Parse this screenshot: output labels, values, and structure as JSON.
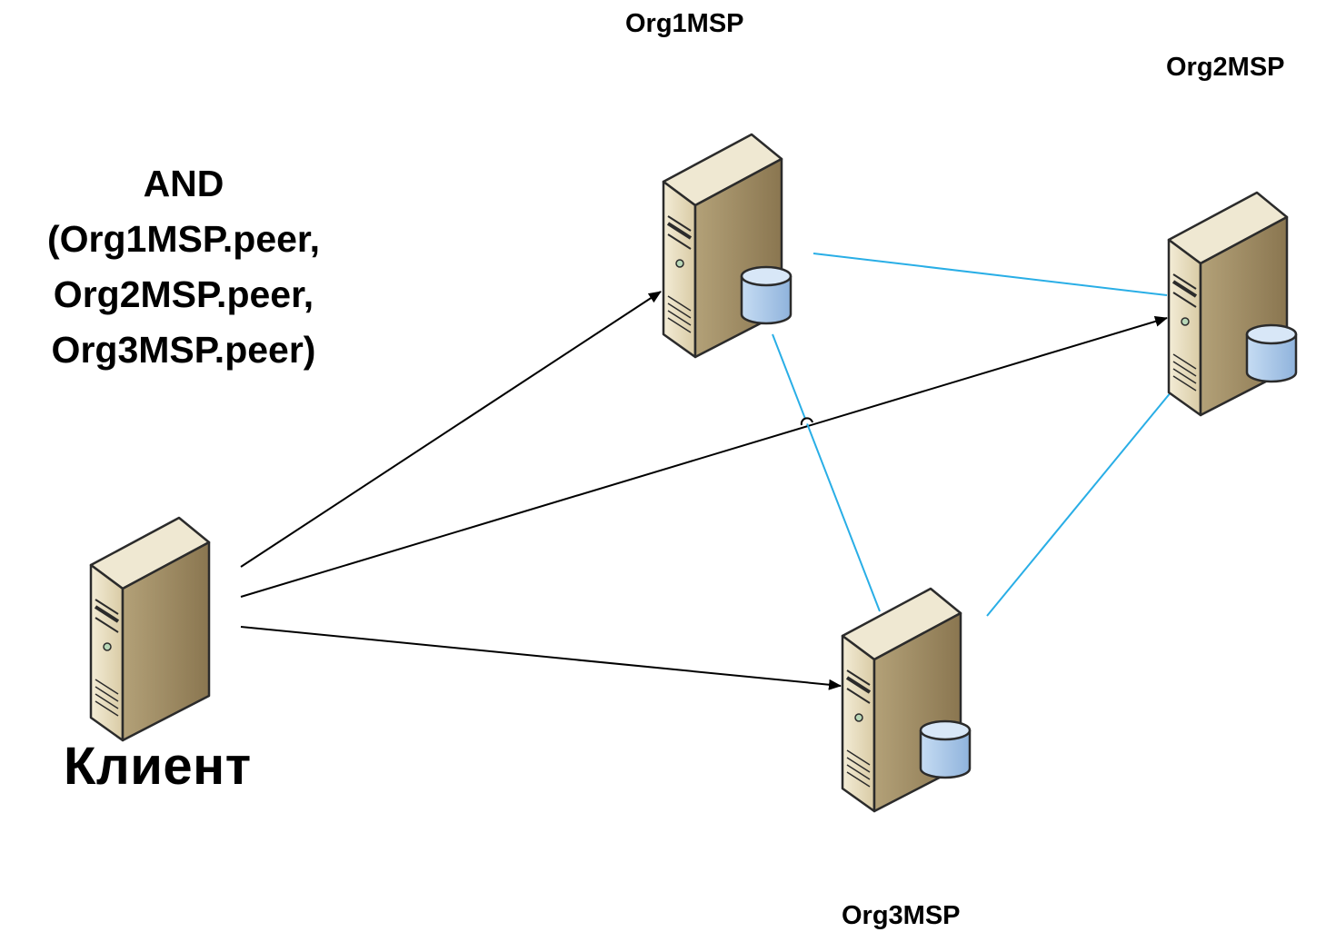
{
  "policy": {
    "lines": [
      "AND",
      "(Org1MSP.peer,",
      "Org2MSP.peer,",
      "Org3MSP.peer)"
    ]
  },
  "nodes": {
    "client": {
      "label": "Клиент",
      "icon": "server-icon"
    },
    "org1": {
      "label": "Org1MSP",
      "icon": "server-database-icon"
    },
    "org2": {
      "label": "Org2MSP",
      "icon": "server-database-icon"
    },
    "org3": {
      "label": "Org3MSP",
      "icon": "server-database-icon"
    }
  },
  "edges": [
    {
      "from": "client",
      "to": "org1",
      "kind": "arrow"
    },
    {
      "from": "client",
      "to": "org2",
      "kind": "arrow"
    },
    {
      "from": "client",
      "to": "org3",
      "kind": "arrow"
    },
    {
      "from": "org1",
      "to": "org2",
      "kind": "link"
    },
    {
      "from": "org1",
      "to": "org3",
      "kind": "link"
    },
    {
      "from": "org2",
      "to": "org3",
      "kind": "link"
    }
  ],
  "colors": {
    "arrow": "#000000",
    "link": "#29aee6",
    "server_front": "#e6dcc0",
    "server_side": "#9c8a63",
    "server_top": "#efe8d2",
    "database": "#a9c8ea"
  }
}
